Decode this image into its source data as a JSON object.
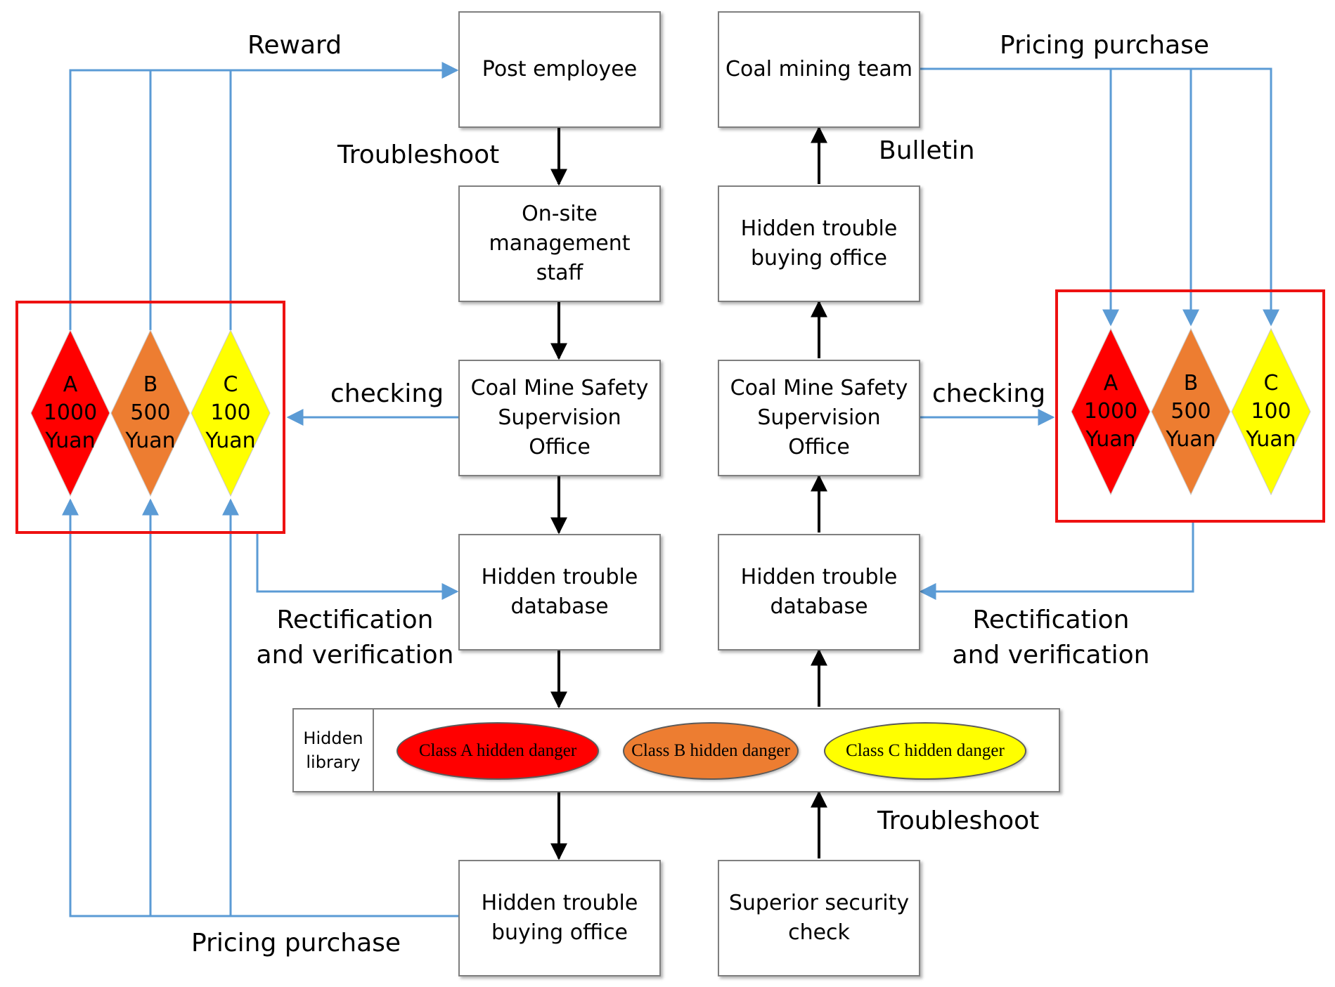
{
  "colors": {
    "blue_line": "#5b9bd5",
    "black_line": "#000000",
    "frame_red": "#ee1111",
    "class_a": "#ff0000",
    "class_b": "#ed7d31",
    "class_c": "#ffff00"
  },
  "left_column": {
    "post_employee": "Post employee",
    "onsite_staff": "On-site management staff",
    "safety_office": "Coal Mine Safety Supervision Office",
    "database": "Hidden trouble database",
    "buying_office": "Hidden trouble buying office"
  },
  "right_column": {
    "coal_mining_team": "Coal mining team",
    "buying_office": "Hidden trouble buying office",
    "safety_office": "Coal Mine Safety Supervision Office",
    "database": "Hidden trouble database",
    "superior_check": "Superior security check"
  },
  "library": {
    "title": "Hidden library",
    "class_a": "Class A hidden danger",
    "class_b": "Class B hidden danger",
    "class_c": "Class C hidden danger"
  },
  "diamonds": {
    "a": {
      "letter": "A",
      "amount": "1000",
      "unit": "Yuan"
    },
    "b": {
      "letter": "B",
      "amount": "500",
      "unit": "Yuan"
    },
    "c": {
      "letter": "C",
      "amount": "100",
      "unit": "Yuan"
    }
  },
  "labels": {
    "reward": "Reward",
    "pricing_purchase_top": "Pricing purchase",
    "troubleshoot_left": "Troubleshoot",
    "bulletin": "Bulletin",
    "checking_left": "checking",
    "checking_right": "checking",
    "rectification_left": "Rectification and verification",
    "rectification_right": "Rectification and verification",
    "troubleshoot_right": "Troubleshoot",
    "pricing_purchase_bottom": "Pricing purchase"
  }
}
